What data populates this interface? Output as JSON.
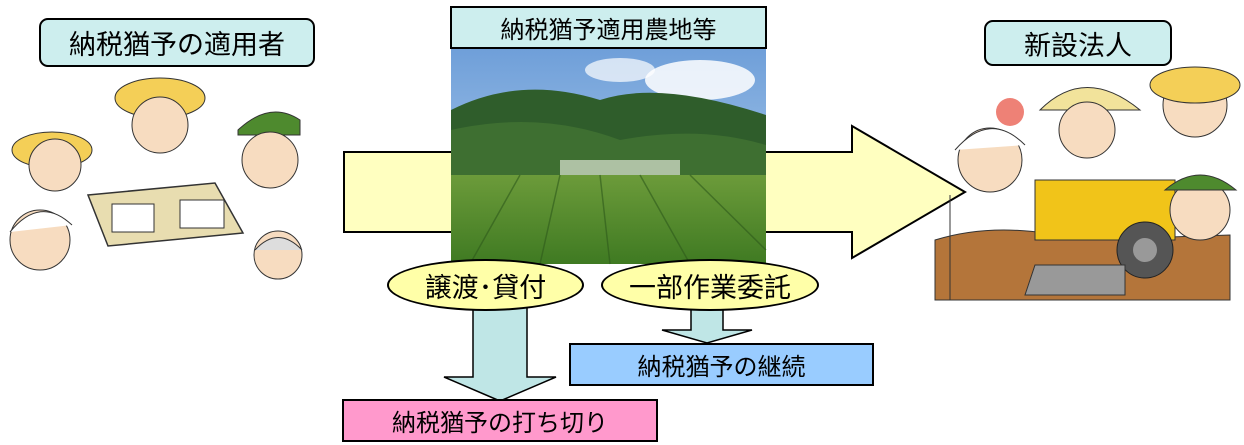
{
  "labels": {
    "applicant": "納税猶予の適用者",
    "farmland": "納税猶予適用農地等",
    "new_corp": "新設法人",
    "transfer": "譲渡･貸付",
    "partial": "一部作業委託",
    "continue": "納税猶予の継続",
    "terminate": "納税猶予の打ち切り"
  },
  "colors": {
    "title_box": "#cdeeee",
    "yellow_arrow": "#ffffc0",
    "ellipse": "#ffffa8",
    "down_arrow": "#bfe6e6",
    "continue_box": "#99ccff",
    "terminate_box": "#ff99cc"
  }
}
